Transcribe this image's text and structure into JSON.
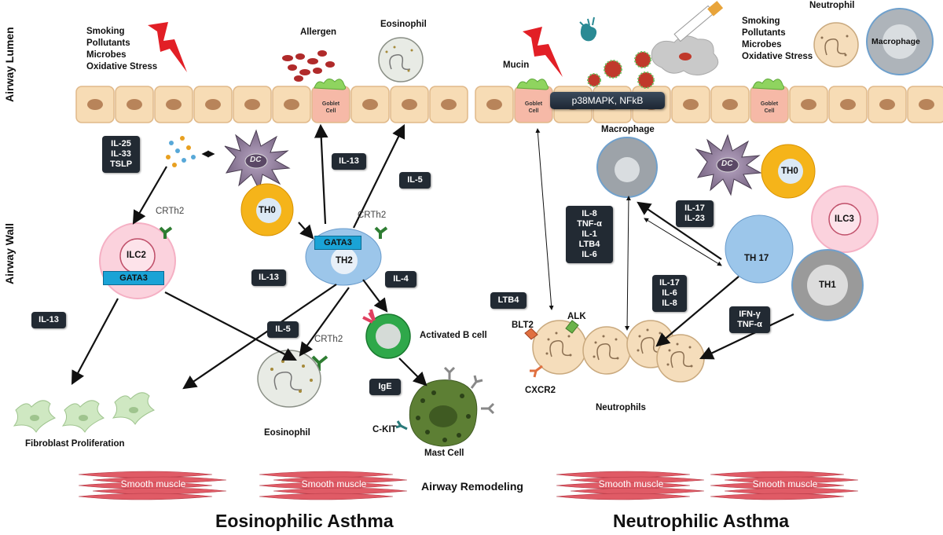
{
  "side_labels": {
    "lumen": "Airway Lumen",
    "wall": "Airway Wall"
  },
  "titles": {
    "left": "Eosinophilic Asthma",
    "right": "Neutrophilic Asthma"
  },
  "remodeling": "Airway Remodeling",
  "smooth_muscle": "Smooth muscle",
  "left": {
    "triggers": "Smoking\nPollutants\nMicrobes\nOxidative Stress",
    "allergen": "Allergen",
    "eosinophil_top": "Eosinophil",
    "goblet": "Goblet\nCell",
    "cytokines_il25": "IL-25\nIL-33\nTSLP",
    "dc": "DC",
    "th0": "TH0",
    "th2": "TH2",
    "gata3_th2": "GATA3",
    "ilc2": "ILC2",
    "gata3_ilc2": "GATA3",
    "crth2": [
      "CRTh2",
      "CRTh2",
      "CRTh2"
    ],
    "il13_a": "IL-13",
    "il13_b": "IL-13",
    "il13_c": "IL-13",
    "il5_a": "IL-5",
    "il5_b": "IL-5",
    "il4": "IL-4",
    "ige": "IgE",
    "activated_b": "Activated B cell",
    "mast_cell": "Mast Cell",
    "ckit": "C-KIT",
    "eosinophil_bottom": "Eosinophil",
    "fibroblast": "Fibroblast Proliferation"
  },
  "right": {
    "mucin": "Mucin",
    "neutrophil_top": "Neutrophil",
    "macrophage_top": "Macrophage",
    "triggers": "Smoking\nPollutants\nMicrobes\nOxidative Stress",
    "goblet": "Goblet\nCell",
    "pathway": "p38MAPK, NFkB",
    "macrophage_mid": "Macrophage",
    "dc": "DC",
    "th0": "TH0",
    "ilc3": "ILC3",
    "th17": "TH 17",
    "th1": "TH1",
    "il17_23": "IL-17\nIL-23",
    "il8_group": "IL-8\nTNF-α\nIL-1\nLTB4\nIL-6",
    "il17_6_8": "IL-17\nIL-6\nIL-8",
    "ifn": "IFN-γ\nTNF-α",
    "ltb4": "LTB4",
    "blt2": "BLT2",
    "alk": "ALK",
    "cxcr2": "CXCR2",
    "neutrophils": "Neutrophils"
  },
  "colors": {
    "epithelium": "#f7dcb5",
    "nucleus": "#b8845a",
    "goblet": "#f6b9a7",
    "mucus": "#8fd45f",
    "th0": "#f5b41a",
    "th2": "#9cc6ea",
    "ilc": "#fbd2dd",
    "gata3": "#1aa3d6",
    "crth2": "#2e7d32",
    "bcell": "#2fa84a",
    "mast": "#5d7f34",
    "dc": "#8c7399",
    "neutrophil": "#f5ddbb",
    "smooth_muscle": "#e05b66",
    "lightning": "#e21f26"
  }
}
